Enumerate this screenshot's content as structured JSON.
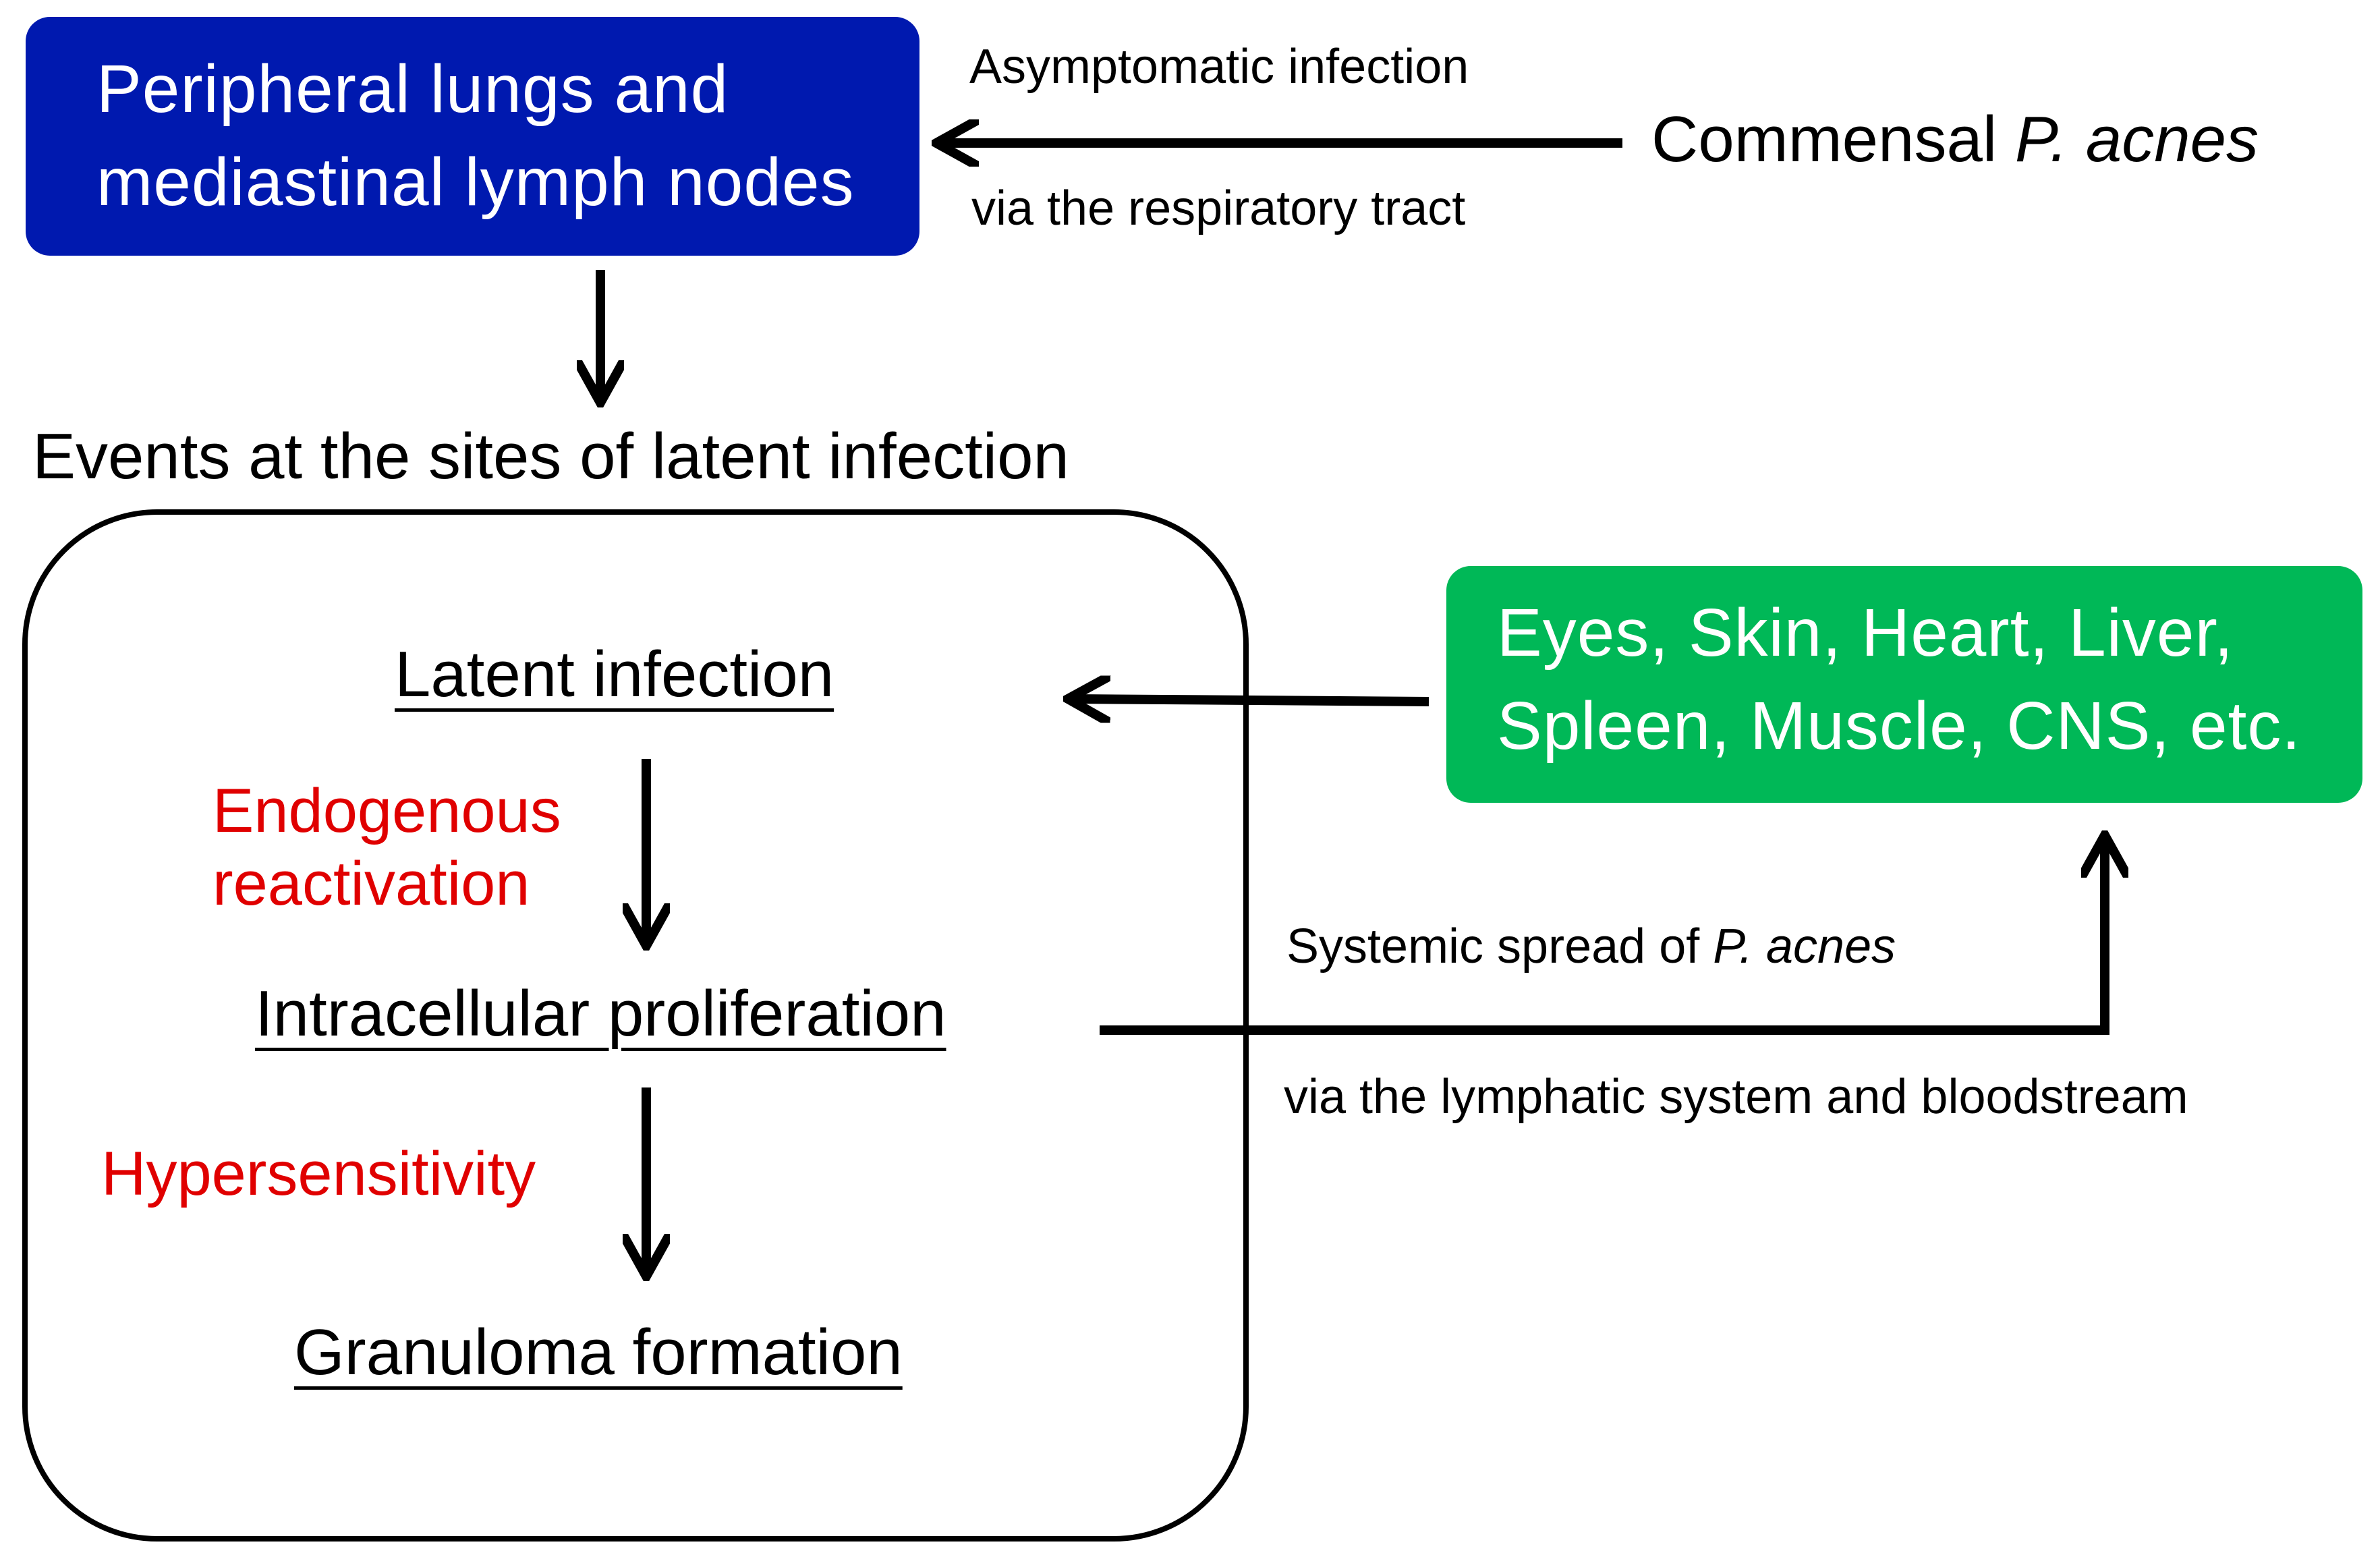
{
  "nodes": {
    "lungs": {
      "line1": "Peripheral lungs and",
      "line2": "mediastinal lymph nodes",
      "color": "#0019af"
    },
    "organs": {
      "line1": "Eyes, Skin, Heart, Liver,",
      "line2": "Spleen, Muscle, CNS, etc.",
      "color": "#00b857"
    },
    "commensal": {
      "prefix": "Commensal ",
      "italic": "P. acnes"
    },
    "events_title": "Events at the sites of latent infection",
    "steps": {
      "latent": "Latent infection",
      "proliferation": "Intracellular proliferation",
      "granuloma": "Granuloma formation"
    }
  },
  "edges": {
    "respiratory_top": "Asymptomatic infection",
    "respiratory_bottom": "via the respiratory tract",
    "systemic_top_prefix": "Systemic spread of ",
    "systemic_top_italic": "P. acnes",
    "systemic_bottom": "via the lymphatic system and bloodstream",
    "reactivation_line1": "Endogenous",
    "reactivation_line2": "reactivation",
    "hypersensitivity": "Hypersensitivity"
  },
  "colors": {
    "highlight": "#e00000"
  }
}
